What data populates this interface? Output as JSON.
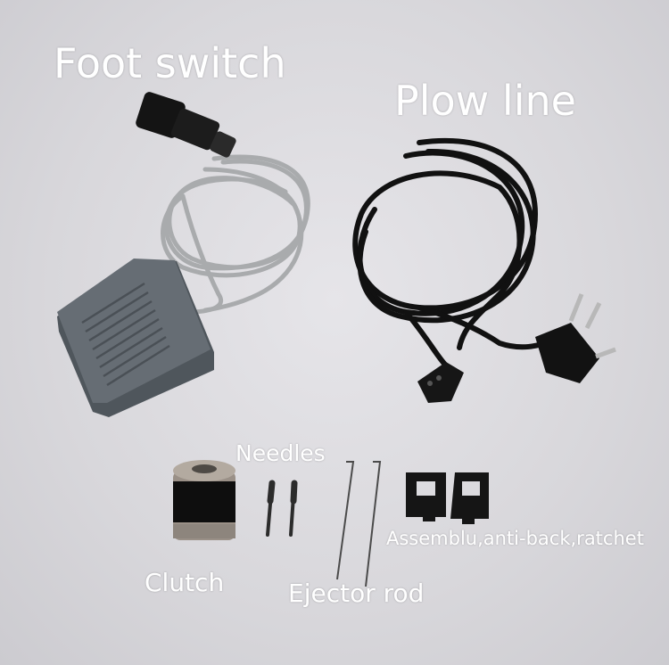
{
  "labels": {
    "foot_switch": "Foot switch",
    "plow_line": "Plow line",
    "needles": "Needles",
    "clutch": "Clutch",
    "ejector_rod": "Ejector rod",
    "assembly": "Assemblu,anti-back,ratchet"
  },
  "colors": {
    "background": "#d9d8dc",
    "label_text": "#ffffff",
    "pedal": "#5f666d",
    "grey_cable": "#a9abad",
    "black_cable": "#111111"
  }
}
